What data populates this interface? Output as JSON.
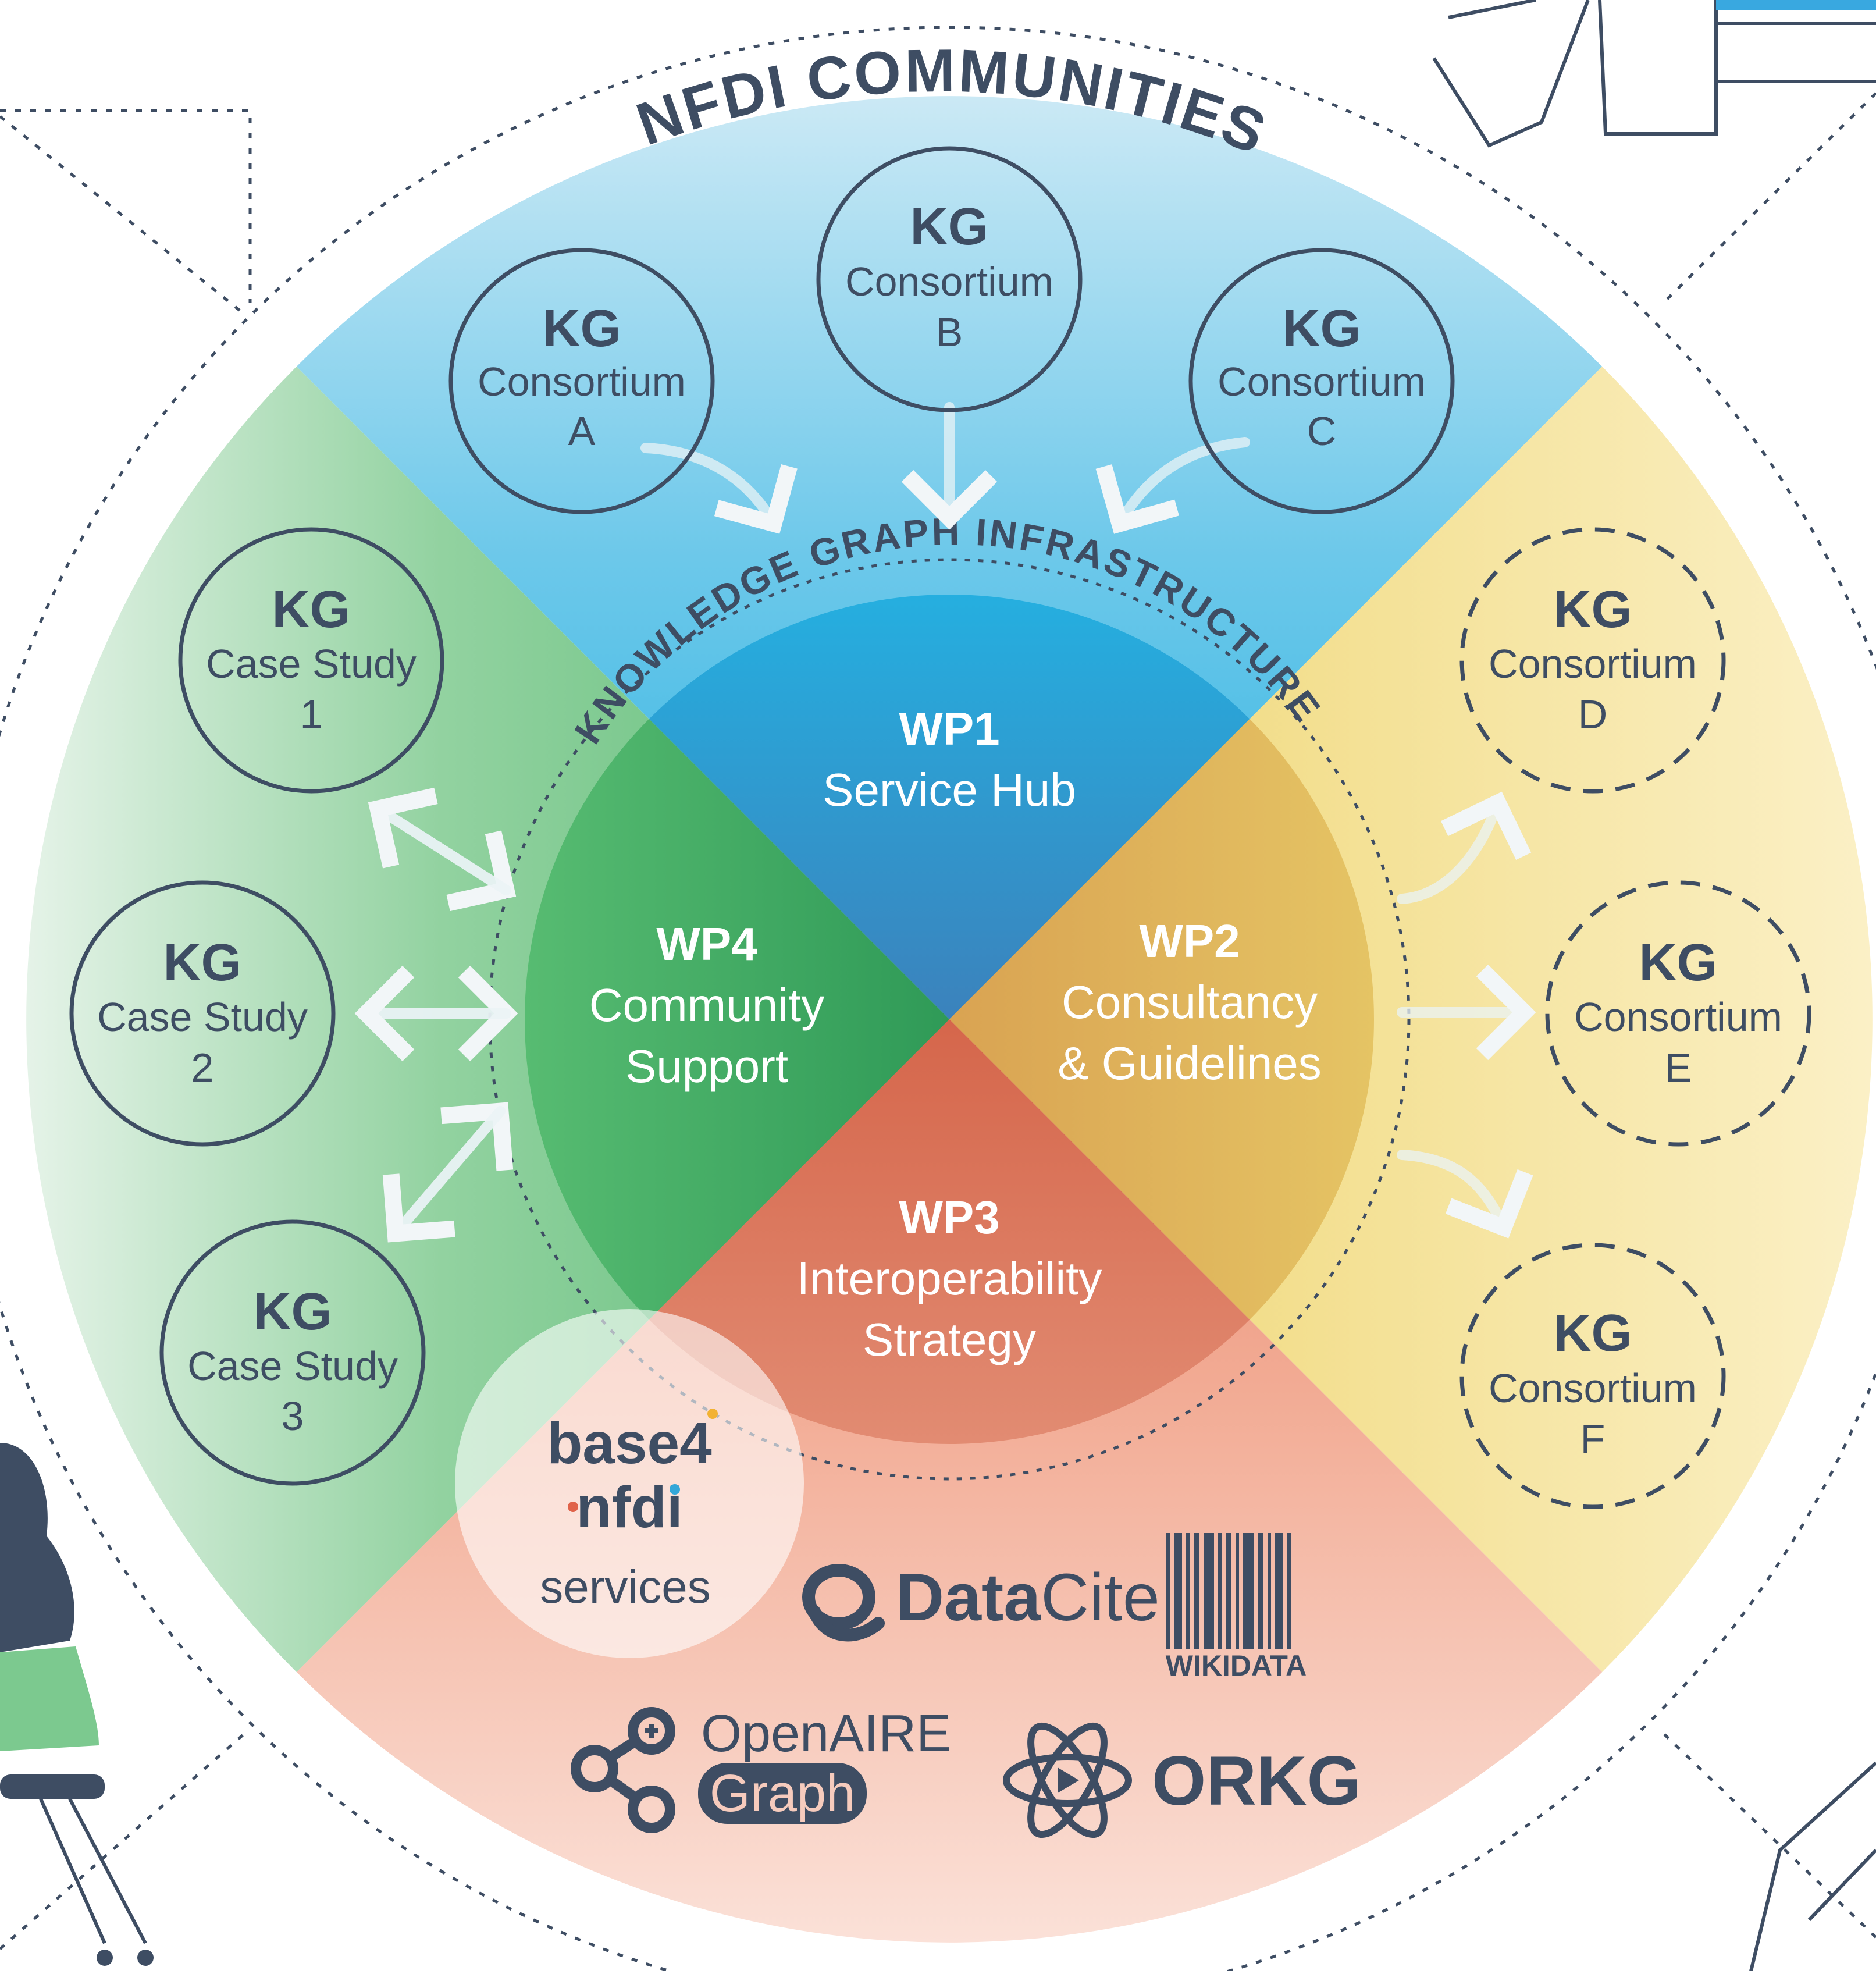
{
  "outer_title": "NFDI COMMUNITIES",
  "ring_title": "KNOWLEDGE GRAPH INFRASTRUCTURE",
  "work_packages": {
    "wp1": {
      "id": "WP1",
      "name_lines": [
        "Service Hub"
      ]
    },
    "wp2": {
      "id": "WP2",
      "name_lines": [
        "Consultancy",
        "& Guidelines"
      ]
    },
    "wp3": {
      "id": "WP3",
      "name_lines": [
        "Interoperability",
        "Strategy"
      ]
    },
    "wp4": {
      "id": "WP4",
      "name_lines": [
        "Community",
        "Support"
      ]
    }
  },
  "top_consortia": [
    {
      "kg": "KG",
      "label": "Consortium",
      "letter": "A"
    },
    {
      "kg": "KG",
      "label": "Consortium",
      "letter": "B"
    },
    {
      "kg": "KG",
      "label": "Consortium",
      "letter": "C"
    }
  ],
  "right_consortia": [
    {
      "kg": "KG",
      "label": "Consortium",
      "letter": "D"
    },
    {
      "kg": "KG",
      "label": "Consortium",
      "letter": "E"
    },
    {
      "kg": "KG",
      "label": "Consortium",
      "letter": "F"
    }
  ],
  "case_studies": [
    {
      "kg": "KG",
      "label": "Case Study",
      "number": "1"
    },
    {
      "kg": "KG",
      "label": "Case Study",
      "number": "2"
    },
    {
      "kg": "KG",
      "label": "Case Study",
      "number": "3"
    }
  ],
  "services": {
    "base4nfdi_line1": "base4",
    "base4nfdi_line2": "nfdi",
    "base4nfdi_caption": "services",
    "datacite_bold": "Data",
    "datacite_light": "Cite",
    "wikidata": "WIKIDATA",
    "openaire_top": "OpenAIRE",
    "openaire_bottom": "Graph",
    "orkg": "ORKG"
  },
  "colors": {
    "blue": "#3fb7e3",
    "yellow": "#f3dc80",
    "green": "#74c48a",
    "salmon": "#ee9f86",
    "dark": "#3e4d63"
  }
}
